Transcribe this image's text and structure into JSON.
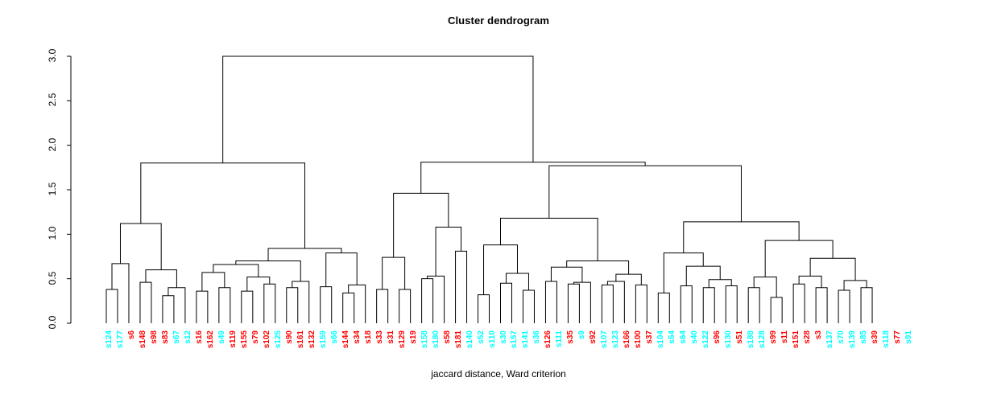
{
  "title": "Cluster dendrogram",
  "xlabel": "jaccard distance, Ward criterion",
  "colors": {
    "line": "#000000",
    "axis": "#000000",
    "group_a": "#00ffff",
    "group_b": "#ff0000",
    "background": "#ffffff"
  },
  "chart_data": {
    "type": "dendrogram",
    "title": "Cluster dendrogram",
    "xlabel": "jaccard distance, Ward criterion",
    "ylabel": "",
    "ylim": [
      0,
      3.0
    ],
    "yticks": [
      0.0,
      0.5,
      1.0,
      1.5,
      2.0,
      2.5,
      3.0
    ],
    "ytick_labels": [
      "0.0",
      "0.5",
      "1.0",
      "1.5",
      "2.0",
      "2.5",
      "3.0"
    ],
    "grid": false,
    "legend": "none",
    "linkage": "ward",
    "distance": "jaccard",
    "n_leaves": 76,
    "leaves": [
      {
        "label": "s124",
        "color": "#00ffff"
      },
      {
        "label": "s177",
        "color": "#00ffff"
      },
      {
        "label": "s6",
        "color": "#ff0000"
      },
      {
        "label": "s148",
        "color": "#ff0000"
      },
      {
        "label": "s98",
        "color": "#ff0000"
      },
      {
        "label": "s83",
        "color": "#ff0000"
      },
      {
        "label": "s67",
        "color": "#00ffff"
      },
      {
        "label": "s12",
        "color": "#00ffff"
      },
      {
        "label": "s16",
        "color": "#ff0000"
      },
      {
        "label": "s162",
        "color": "#ff0000"
      },
      {
        "label": "s49",
        "color": "#00ffff"
      },
      {
        "label": "s119",
        "color": "#ff0000"
      },
      {
        "label": "s155",
        "color": "#ff0000"
      },
      {
        "label": "s79",
        "color": "#ff0000"
      },
      {
        "label": "s102",
        "color": "#ff0000"
      },
      {
        "label": "s125",
        "color": "#00ffff"
      },
      {
        "label": "s90",
        "color": "#ff0000"
      },
      {
        "label": "s161",
        "color": "#ff0000"
      },
      {
        "label": "s132",
        "color": "#ff0000"
      },
      {
        "label": "s159",
        "color": "#00ffff"
      },
      {
        "label": "s66",
        "color": "#00ffff"
      },
      {
        "label": "s144",
        "color": "#ff0000"
      },
      {
        "label": "s34",
        "color": "#ff0000"
      },
      {
        "label": "s18",
        "color": "#ff0000"
      },
      {
        "label": "s33",
        "color": "#ff0000"
      },
      {
        "label": "s31",
        "color": "#ff0000"
      },
      {
        "label": "s129",
        "color": "#ff0000"
      },
      {
        "label": "s19",
        "color": "#ff0000"
      },
      {
        "label": "s158",
        "color": "#00ffff"
      },
      {
        "label": "s180",
        "color": "#00ffff"
      },
      {
        "label": "s58",
        "color": "#ff0000"
      },
      {
        "label": "s181",
        "color": "#ff0000"
      },
      {
        "label": "s140",
        "color": "#00ffff"
      },
      {
        "label": "s52",
        "color": "#00ffff"
      },
      {
        "label": "s110",
        "color": "#00ffff"
      },
      {
        "label": "s30",
        "color": "#00ffff"
      },
      {
        "label": "s157",
        "color": "#00ffff"
      },
      {
        "label": "s141",
        "color": "#00ffff"
      },
      {
        "label": "s36",
        "color": "#00ffff"
      },
      {
        "label": "s126",
        "color": "#ff0000"
      },
      {
        "label": "s111",
        "color": "#00ffff"
      },
      {
        "label": "s35",
        "color": "#ff0000"
      },
      {
        "label": "s9",
        "color": "#00ffff"
      },
      {
        "label": "s92",
        "color": "#ff0000"
      },
      {
        "label": "s107",
        "color": "#00ffff"
      },
      {
        "label": "s123",
        "color": "#00ffff"
      },
      {
        "label": "s166",
        "color": "#ff0000"
      },
      {
        "label": "s100",
        "color": "#ff0000"
      },
      {
        "label": "s37",
        "color": "#ff0000"
      },
      {
        "label": "s104",
        "color": "#00ffff"
      },
      {
        "label": "s54",
        "color": "#00ffff"
      },
      {
        "label": "s64",
        "color": "#00ffff"
      },
      {
        "label": "s40",
        "color": "#00ffff"
      },
      {
        "label": "s122",
        "color": "#00ffff"
      },
      {
        "label": "s96",
        "color": "#ff0000"
      },
      {
        "label": "s130",
        "color": "#00ffff"
      },
      {
        "label": "s51",
        "color": "#ff0000"
      },
      {
        "label": "s188",
        "color": "#00ffff"
      },
      {
        "label": "s128",
        "color": "#00ffff"
      },
      {
        "label": "s99",
        "color": "#ff0000"
      },
      {
        "label": "s11",
        "color": "#ff0000"
      },
      {
        "label": "s151",
        "color": "#ff0000"
      },
      {
        "label": "s28",
        "color": "#ff0000"
      },
      {
        "label": "s3",
        "color": "#ff0000"
      },
      {
        "label": "s137",
        "color": "#00ffff"
      },
      {
        "label": "s70",
        "color": "#00ffff"
      },
      {
        "label": "s139",
        "color": "#00ffff"
      },
      {
        "label": "s85",
        "color": "#00ffff"
      },
      {
        "label": "s39",
        "color": "#ff0000"
      },
      {
        "label": "s118",
        "color": "#00ffff"
      },
      {
        "label": "s77",
        "color": "#ff0000"
      },
      {
        "label": "s91",
        "color": "#00ffff"
      }
    ],
    "merges": [
      {
        "id": "m1",
        "left": {
          "leaf": 0
        },
        "right": {
          "leaf": 1
        },
        "height": 0.38
      },
      {
        "id": "m2",
        "left": {
          "node": "m1"
        },
        "right": {
          "leaf": 2
        },
        "height": 0.67
      },
      {
        "id": "m3",
        "left": {
          "leaf": 3
        },
        "right": {
          "leaf": 4
        },
        "height": 0.46
      },
      {
        "id": "m4",
        "left": {
          "leaf": 5
        },
        "right": {
          "leaf": 6
        },
        "height": 0.31
      },
      {
        "id": "m5",
        "left": {
          "node": "m4"
        },
        "right": {
          "leaf": 7
        },
        "height": 0.4
      },
      {
        "id": "m6",
        "left": {
          "node": "m3"
        },
        "right": {
          "node": "m5"
        },
        "height": 0.6
      },
      {
        "id": "m7",
        "left": {
          "node": "m2"
        },
        "right": {
          "node": "m6"
        },
        "height": 1.12
      },
      {
        "id": "m8",
        "left": {
          "leaf": 8
        },
        "right": {
          "leaf": 9
        },
        "height": 0.36
      },
      {
        "id": "m9",
        "left": {
          "leaf": 10
        },
        "right": {
          "leaf": 11
        },
        "height": 0.4
      },
      {
        "id": "m10",
        "left": {
          "node": "m8"
        },
        "right": {
          "node": "m9"
        },
        "height": 0.57
      },
      {
        "id": "m11",
        "left": {
          "leaf": 12
        },
        "right": {
          "leaf": 13
        },
        "height": 0.36
      },
      {
        "id": "m12",
        "left": {
          "leaf": 14
        },
        "right": {
          "leaf": 15
        },
        "height": 0.44
      },
      {
        "id": "m13",
        "left": {
          "node": "m11"
        },
        "right": {
          "node": "m12"
        },
        "height": 0.52
      },
      {
        "id": "m14",
        "left": {
          "node": "m10"
        },
        "right": {
          "node": "m13"
        },
        "height": 0.66
      },
      {
        "id": "m15",
        "left": {
          "leaf": 16
        },
        "right": {
          "leaf": 17
        },
        "height": 0.4
      },
      {
        "id": "m16",
        "left": {
          "node": "m15"
        },
        "right": {
          "leaf": 18
        },
        "height": 0.47
      },
      {
        "id": "m17",
        "left": {
          "node": "m14"
        },
        "right": {
          "node": "m16"
        },
        "height": 0.7
      },
      {
        "id": "m18",
        "left": {
          "leaf": 19
        },
        "right": {
          "leaf": 20
        },
        "height": 0.41
      },
      {
        "id": "m19",
        "left": {
          "leaf": 21
        },
        "right": {
          "leaf": 22
        },
        "height": 0.34
      },
      {
        "id": "m20",
        "left": {
          "node": "m19"
        },
        "right": {
          "leaf": 23
        },
        "height": 0.43
      },
      {
        "id": "m21",
        "left": {
          "node": "m18"
        },
        "right": {
          "node": "m20"
        },
        "height": 0.79
      },
      {
        "id": "m22",
        "left": {
          "node": "m17"
        },
        "right": {
          "node": "m21"
        },
        "height": 0.84
      },
      {
        "id": "m23",
        "left": {
          "node": "m7"
        },
        "right": {
          "node": "m22"
        },
        "height": 1.8
      },
      {
        "id": "m24",
        "left": {
          "leaf": 24
        },
        "right": {
          "leaf": 25
        },
        "height": 0.38
      },
      {
        "id": "m25",
        "left": {
          "leaf": 26
        },
        "right": {
          "leaf": 27
        },
        "height": 0.38
      },
      {
        "id": "m26",
        "left": {
          "node": "m24"
        },
        "right": {
          "node": "m25"
        },
        "height": 0.74
      },
      {
        "id": "m27",
        "left": {
          "leaf": 28
        },
        "right": {
          "leaf": 29
        },
        "height": 0.5
      },
      {
        "id": "m28",
        "left": {
          "node": "m27"
        },
        "right": {
          "leaf": 30
        },
        "height": 0.53
      },
      {
        "id": "m29",
        "left": {
          "leaf": 31
        },
        "right": {
          "leaf": 32
        },
        "height": 0.81
      },
      {
        "id": "m30",
        "left": {
          "node": "m28"
        },
        "right": {
          "node": "m29"
        },
        "height": 1.08
      },
      {
        "id": "m31",
        "left": {
          "node": "m26"
        },
        "right": {
          "node": "m30"
        },
        "height": 1.46
      },
      {
        "id": "m32",
        "left": {
          "leaf": 33
        },
        "right": {
          "leaf": 34
        },
        "height": 0.32
      },
      {
        "id": "m33",
        "left": {
          "leaf": 35
        },
        "right": {
          "leaf": 36
        },
        "height": 0.45
      },
      {
        "id": "m34",
        "left": {
          "leaf": 37
        },
        "right": {
          "leaf": 38
        },
        "height": 0.37
      },
      {
        "id": "m35",
        "left": {
          "node": "m33"
        },
        "right": {
          "node": "m34"
        },
        "height": 0.56
      },
      {
        "id": "m36",
        "left": {
          "node": "m32"
        },
        "right": {
          "node": "m35"
        },
        "height": 0.88
      },
      {
        "id": "m37",
        "left": {
          "leaf": 39
        },
        "right": {
          "leaf": 40
        },
        "height": 0.47
      },
      {
        "id": "m38",
        "left": {
          "leaf": 41
        },
        "right": {
          "leaf": 42
        },
        "height": 0.44
      },
      {
        "id": "m39",
        "left": {
          "node": "m38"
        },
        "right": {
          "leaf": 43
        },
        "height": 0.46
      },
      {
        "id": "m40",
        "left": {
          "node": "m37"
        },
        "right": {
          "node": "m39"
        },
        "height": 0.63
      },
      {
        "id": "m41",
        "left": {
          "leaf": 44
        },
        "right": {
          "leaf": 45
        },
        "height": 0.43
      },
      {
        "id": "m42",
        "left": {
          "node": "m41"
        },
        "right": {
          "leaf": 46
        },
        "height": 0.47
      },
      {
        "id": "m43",
        "left": {
          "leaf": 47
        },
        "right": {
          "leaf": 48
        },
        "height": 0.43
      },
      {
        "id": "m44",
        "left": {
          "node": "m42"
        },
        "right": {
          "node": "m43"
        },
        "height": 0.55
      },
      {
        "id": "m45",
        "left": {
          "node": "m40"
        },
        "right": {
          "node": "m44"
        },
        "height": 0.7
      },
      {
        "id": "m46",
        "left": {
          "node": "m36"
        },
        "right": {
          "node": "m45"
        },
        "height": 1.18
      },
      {
        "id": "m47",
        "left": {
          "leaf": 49
        },
        "right": {
          "leaf": 50
        },
        "height": 0.34
      },
      {
        "id": "m48",
        "left": {
          "leaf": 51
        },
        "right": {
          "leaf": 52
        },
        "height": 0.42
      },
      {
        "id": "m49",
        "left": {
          "leaf": 53
        },
        "right": {
          "leaf": 54
        },
        "height": 0.4
      },
      {
        "id": "m50",
        "left": {
          "leaf": 55
        },
        "right": {
          "leaf": 56
        },
        "height": 0.42
      },
      {
        "id": "m51",
        "left": {
          "node": "m49"
        },
        "right": {
          "node": "m50"
        },
        "height": 0.49
      },
      {
        "id": "m52",
        "left": {
          "node": "m48"
        },
        "right": {
          "node": "m51"
        },
        "height": 0.64
      },
      {
        "id": "m53",
        "left": {
          "node": "m47"
        },
        "right": {
          "node": "m52"
        },
        "height": 0.79
      },
      {
        "id": "m54",
        "left": {
          "leaf": 57
        },
        "right": {
          "leaf": 58
        },
        "height": 0.4
      },
      {
        "id": "m55",
        "left": {
          "leaf": 59
        },
        "right": {
          "leaf": 60
        },
        "height": 0.29
      },
      {
        "id": "m56",
        "left": {
          "node": "m54"
        },
        "right": {
          "node": "m55"
        },
        "height": 0.52
      },
      {
        "id": "m57",
        "left": {
          "leaf": 61
        },
        "right": {
          "leaf": 62
        },
        "height": 0.44
      },
      {
        "id": "m58",
        "left": {
          "leaf": 63
        },
        "right": {
          "leaf": 64
        },
        "height": 0.4
      },
      {
        "id": "m59",
        "left": {
          "node": "m57"
        },
        "right": {
          "node": "m58"
        },
        "height": 0.53
      },
      {
        "id": "m60",
        "left": {
          "leaf": 65
        },
        "right": {
          "leaf": 66
        },
        "height": 0.37
      },
      {
        "id": "m61",
        "left": {
          "leaf": 67
        },
        "right": {
          "leaf": 68
        },
        "height": 0.4
      },
      {
        "id": "m62",
        "left": {
          "node": "m60"
        },
        "right": {
          "node": "m61"
        },
        "height": 0.48
      },
      {
        "id": "m63",
        "left": {
          "node": "m59"
        },
        "right": {
          "node": "m62"
        },
        "height": 0.73
      },
      {
        "id": "m64",
        "left": {
          "node": "m56"
        },
        "right": {
          "node": "m63"
        },
        "height": 0.93
      },
      {
        "id": "m65",
        "left": {
          "node": "m53"
        },
        "right": {
          "node": "m64"
        },
        "height": 1.14
      },
      {
        "id": "m66",
        "left": {
          "node": "m46"
        },
        "right": {
          "node": "m65"
        },
        "height": 1.77
      },
      {
        "id": "m67",
        "left": {
          "node": "m31"
        },
        "right": {
          "node": "m66"
        },
        "height": 1.81
      },
      {
        "id": "m68",
        "left": {
          "node": "m23"
        },
        "right": {
          "node": "m67"
        },
        "height": 3.0
      }
    ]
  }
}
